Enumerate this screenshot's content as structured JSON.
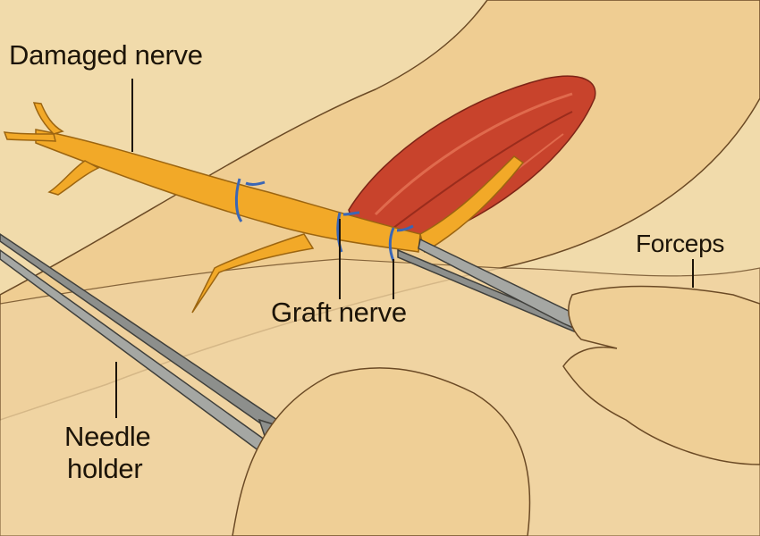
{
  "labels": {
    "damaged_nerve": "Damaged nerve",
    "forceps": "Forceps",
    "graft_nerve": "Graft nerve",
    "needle_holder_line1": "Needle",
    "needle_holder_line2": "holder"
  },
  "colors": {
    "background": "#f1dbab",
    "skin": "#efcf96",
    "nerve": "#f2a928",
    "muscle": "#c8432c",
    "instrument": "#8d8f8c",
    "suture": "#3a66b5"
  }
}
